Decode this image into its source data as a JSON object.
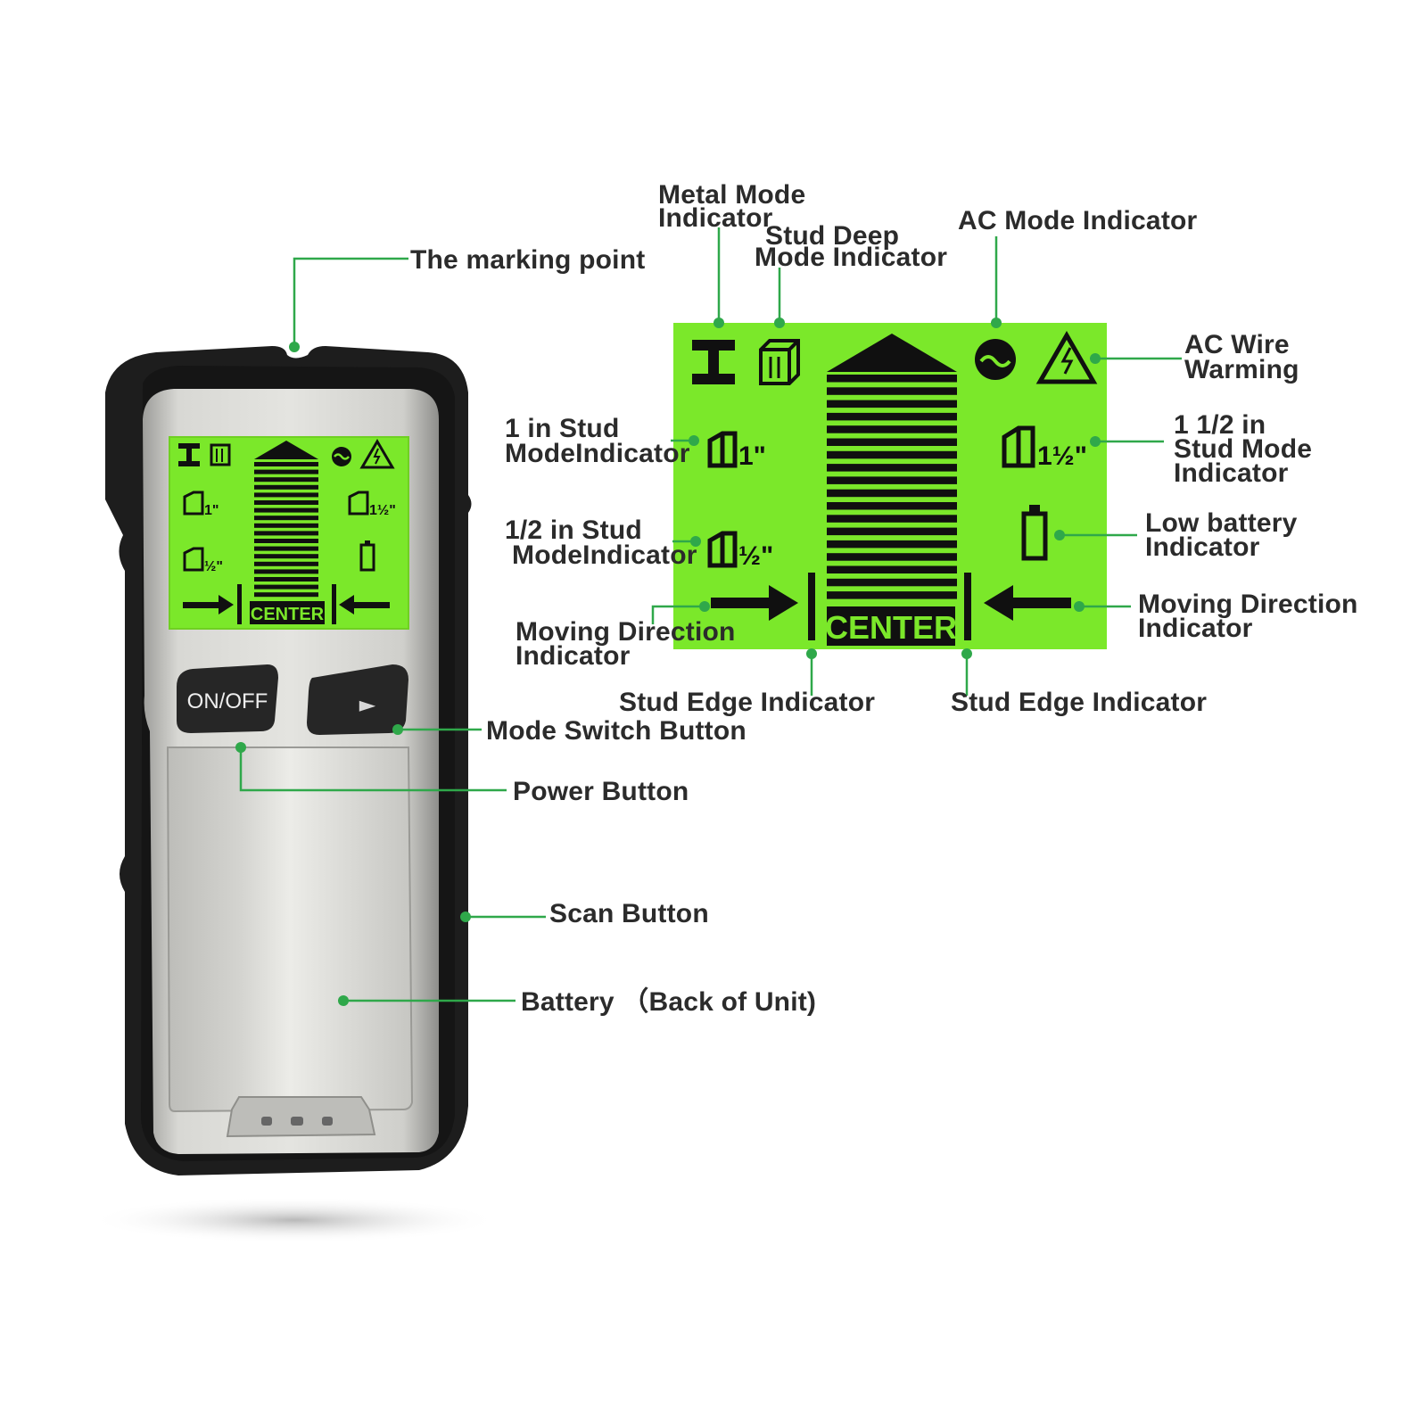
{
  "device": {
    "buttons": {
      "power": "ON/OFF",
      "mode": "►"
    },
    "lcd_center_text": "CENTER",
    "mode_1in": "1\"",
    "mode_half": "½\"",
    "mode_1half": "1½\""
  },
  "labels": {
    "marking_point": "The marking point",
    "mode_switch": "Mode Switch Button",
    "power_button": "Power Button",
    "scan_button": "Scan Button",
    "battery": "Battery （Back of Unit)",
    "metal_mode": [
      "Metal Mode",
      "Indicator"
    ],
    "stud_deep": [
      "Stud Deep",
      "Mode Indicator"
    ],
    "ac_mode": "AC Mode Indicator",
    "ac_wire": [
      "AC Wire",
      "Warming"
    ],
    "stud_1in": [
      "1 in Stud",
      "ModeIndicator"
    ],
    "stud_half": [
      "1/2 in Stud",
      "ModeIndicator"
    ],
    "stud_1half": [
      "1 1/2 in",
      "Stud Mode",
      "Indicator"
    ],
    "low_battery": [
      "Low battery",
      "Indicator"
    ],
    "moving_left": [
      "Moving Direction",
      "Indicator"
    ],
    "moving_right": [
      "Moving Direction",
      "Indicator"
    ],
    "stud_edge_left": "Stud Edge Indicator",
    "stud_edge_right": "Stud Edge Indicator"
  },
  "colors": {
    "lcd_green": "#7be82a",
    "leader_green": "#2fa84a",
    "body_black": "#1b1b1b",
    "panel_silver": "#c9c9c6"
  }
}
